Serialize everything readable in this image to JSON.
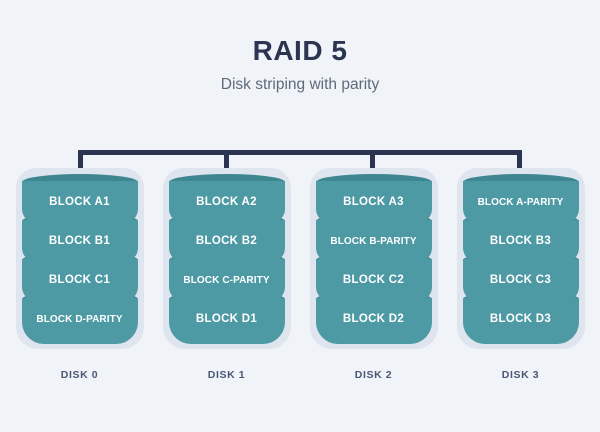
{
  "header": {
    "title": "RAID 5",
    "subtitle": "Disk striping with parity"
  },
  "colors": {
    "background": "#f0f3f7",
    "title": "#2b3450",
    "subtitle": "#5f6b7a",
    "bracket": "#2b3450",
    "disk_shell": "#dfe5ee",
    "cylinder_body": "#4d9aa5",
    "cylinder_top": "#3f8790",
    "block_label": "#ffffff",
    "disk_name": "#4a5775"
  },
  "disks": [
    {
      "name": "DISK 0",
      "blocks": [
        {
          "label": "BLOCK A1",
          "parity": false
        },
        {
          "label": "BLOCK B1",
          "parity": false
        },
        {
          "label": "BLOCK C1",
          "parity": false
        },
        {
          "label": "BLOCK D-PARITY",
          "parity": true
        }
      ]
    },
    {
      "name": "DISK 1",
      "blocks": [
        {
          "label": "BLOCK A2",
          "parity": false
        },
        {
          "label": "BLOCK B2",
          "parity": false
        },
        {
          "label": "BLOCK C-PARITY",
          "parity": true
        },
        {
          "label": "BLOCK D1",
          "parity": false
        }
      ]
    },
    {
      "name": "DISK 2",
      "blocks": [
        {
          "label": "BLOCK A3",
          "parity": false
        },
        {
          "label": "BLOCK B-PARITY",
          "parity": true
        },
        {
          "label": "BLOCK C2",
          "parity": false
        },
        {
          "label": "BLOCK D2",
          "parity": false
        }
      ]
    },
    {
      "name": "DISK 3",
      "blocks": [
        {
          "label": "BLOCK A-PARITY",
          "parity": true
        },
        {
          "label": "BLOCK B3",
          "parity": false
        },
        {
          "label": "BLOCK C3",
          "parity": false
        },
        {
          "label": "BLOCK D3",
          "parity": false
        }
      ]
    }
  ]
}
